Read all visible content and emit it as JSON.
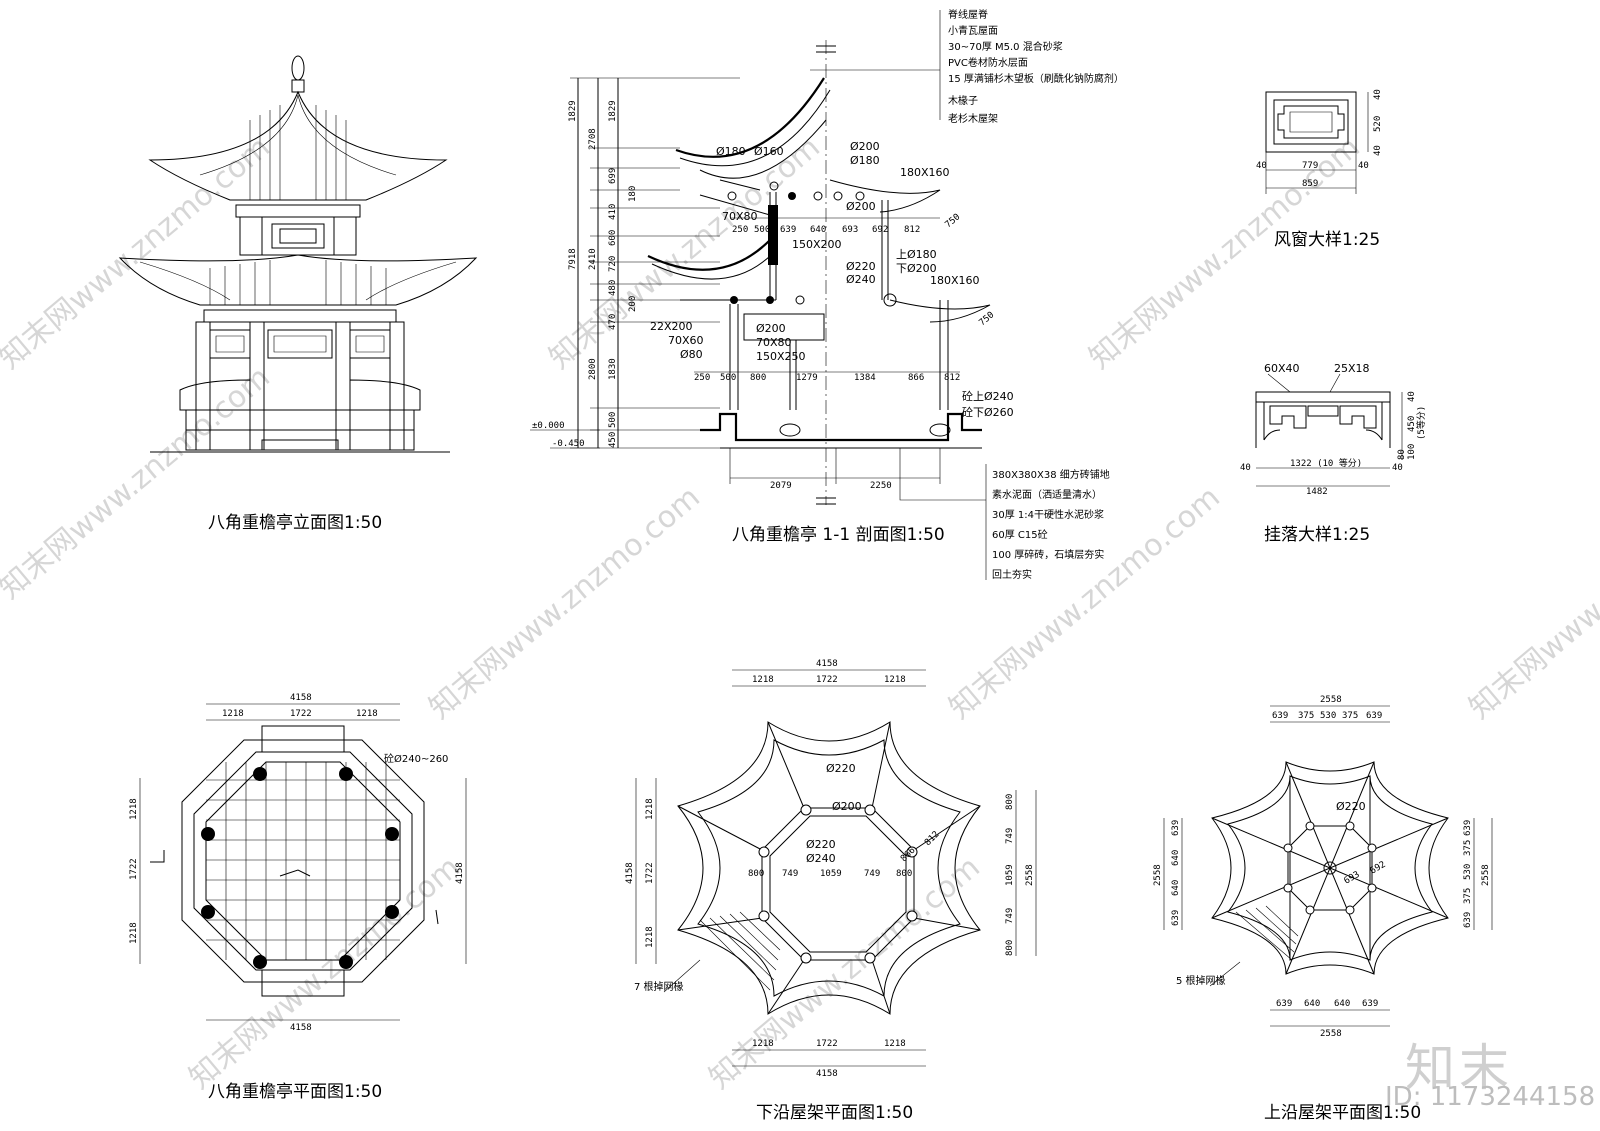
{
  "captions": {
    "elevation": "八角重檐亭立面图1:50",
    "section": "八角重檐亭 1-1 剖面图1:50",
    "window": "风窗大样1:25",
    "guaLuo": "挂落大样1:25",
    "plan": "八角重檐亭平面图1:50",
    "lowerRoof": "下沿屋架平面图1:50",
    "upperRoof": "上沿屋架平面图1:50"
  },
  "roofLayers": [
    "脊线屋脊",
    "小青瓦屋面",
    "30~70厚 M5.0 混合砂浆",
    "PVC卷材防水层面",
    "15 厚满铺杉木望板（刷酰化钠防腐剂）",
    "木椽子",
    "老杉木屋架"
  ],
  "floorLayers": [
    "380X380X38 细方砖铺地",
    "素水泥面（洒适量清水）",
    "30厚 1:4干硬性水泥砂浆",
    "60厚 C15砼",
    "100 厚碎砖，石填层夯实",
    "回土夯实"
  ],
  "sectionLeftDims": [
    "1829",
    "699",
    "180",
    "410",
    "600",
    "720",
    "480",
    "200",
    "470",
    "1830",
    "500",
    "450"
  ],
  "sectionOuterDims": [
    "2708",
    "2410",
    "2800"
  ],
  "sectionTotal": "7918",
  "levels": [
    "±0.000",
    "-0.450"
  ],
  "sectionTopLabels": [
    "Ø180",
    "Ø160",
    "Ø200",
    "Ø180",
    "180X160",
    "Ø200",
    "70X80",
    "150X200",
    "Ø220",
    "Ø240",
    "上Ø180",
    "下Ø200",
    "180X160",
    "22X200",
    "70X60",
    "Ø80",
    "Ø200",
    "70X80",
    "150X250",
    "750",
    "750"
  ],
  "sectionUpperDims": [
    "250",
    "500",
    "639",
    "640",
    "693",
    "692",
    "812"
  ],
  "sectionLowerDims": [
    "250",
    "500",
    "800",
    "1279",
    "1384",
    "866",
    "812"
  ],
  "sectionBaseDims": [
    "2079",
    "2250"
  ],
  "sectionFootNotes": [
    "砼上Ø240",
    "砼下Ø260"
  ],
  "windowDims": {
    "w": "859",
    "inner": "779",
    "side": "40",
    "h": "520",
    "top": "40",
    "bottom": "40"
  },
  "guaLuoDims": {
    "total": "1482",
    "inner": "1322 (10 等分)",
    "side": "40",
    "h1": "40",
    "h2": "450",
    "h3": "(5等分)",
    "h4": "100",
    "h5": "80",
    "m1": "60X40",
    "m2": "25X18"
  },
  "planDims": {
    "top": "4158",
    "a": "1218",
    "b": "1722",
    "c": "1218",
    "bottom": "4158",
    "right": "4158",
    "note": "砼Ø240~260"
  },
  "lowerDims": {
    "top": "4158",
    "a": "1218",
    "b": "1722",
    "c": "1218",
    "rightA": "800",
    "rightB": "749",
    "rightC": "1059",
    "rightD": "749",
    "rightE": "800",
    "rightT": "2558",
    "inner": [
      "800",
      "749",
      "1059",
      "749",
      "800"
    ],
    "d1": "866",
    "d2": "812",
    "phi1": "Ø220",
    "phi2": "Ø200",
    "phi3": "Ø220",
    "phi4": "Ø240",
    "note": "7 根掉网椽"
  },
  "upperDims": {
    "top": "2558",
    "parts": [
      "639",
      "375",
      "530",
      "375",
      "639"
    ],
    "left": [
      "639",
      "640",
      "640",
      "639"
    ],
    "right": [
      "639",
      "375",
      "530",
      "375",
      "639"
    ],
    "bottom": [
      "639",
      "640",
      "640",
      "639"
    ],
    "bottomT": "2558",
    "leftT": "2558",
    "rightT": "2558",
    "phi": "Ø220",
    "d1": "693",
    "d2": "692",
    "note": "5 根掉网椽"
  },
  "watermark": "知末网www.znzmo.com",
  "logo": "知末",
  "idtag": "ID: 1173244158"
}
